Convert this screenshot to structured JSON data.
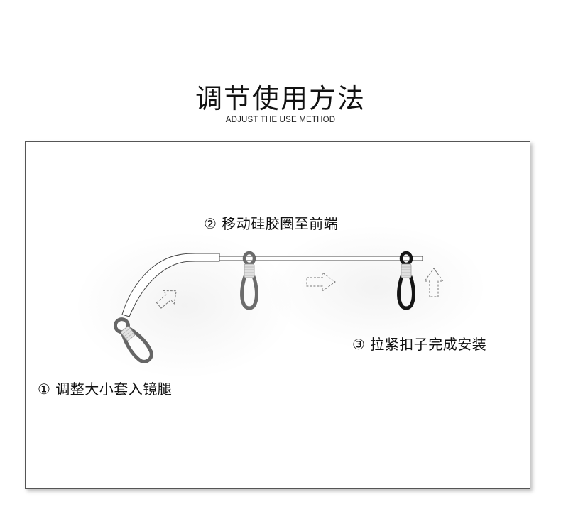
{
  "header": {
    "title": "调节使用方法",
    "subtitle": "ADJUST THE USE METHOD"
  },
  "steps": [
    {
      "number": "①",
      "label": "① 调整大小套入镜腿"
    },
    {
      "number": "②",
      "label": "② 移动硅胶圈至前端"
    },
    {
      "number": "③",
      "label": "③ 拉紧扣子完成安装"
    }
  ],
  "icons": {
    "arrow_1": "dashed-arrow-up-right-icon",
    "arrow_2": "dashed-arrow-right-icon",
    "arrow_3": "dashed-arrow-up-icon"
  },
  "colors": {
    "loop_gray": "#6b6b6b",
    "loop_black": "#151515",
    "coil": "#d8d8d8",
    "frame_border": "#555555",
    "text": "#111111"
  }
}
